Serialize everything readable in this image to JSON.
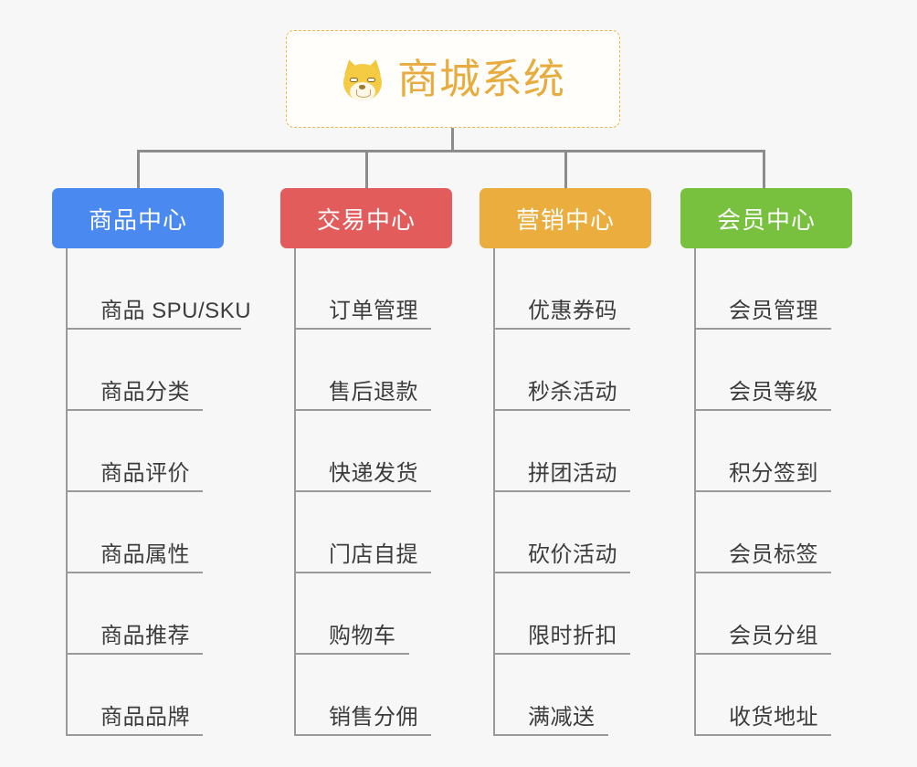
{
  "diagram": {
    "type": "mindmap",
    "background_color": "#f7f7f7",
    "connector_color": "#8c8c8c"
  },
  "root": {
    "title": "商城系统",
    "icon": "shiba-dog-face-icon",
    "text_color": "#e8ab3e",
    "border_color": "#eeb84a",
    "background_color": "#fffefb"
  },
  "categories": [
    {
      "label": "商品中心",
      "color": "#4a8af0",
      "items": [
        "商品 SPU/SKU",
        "商品分类",
        "商品评价",
        "商品属性",
        "商品推荐",
        "商品品牌"
      ]
    },
    {
      "label": "交易中心",
      "color": "#e25c5c",
      "items": [
        "订单管理",
        "售后退款",
        "快递发货",
        "门店自提",
        "购物车",
        "销售分佣"
      ]
    },
    {
      "label": "营销中心",
      "color": "#eaad3e",
      "items": [
        "优惠券码",
        "秒杀活动",
        "拼团活动",
        "砍价活动",
        "限时折扣",
        "满减送"
      ]
    },
    {
      "label": "会员中心",
      "color": "#77c13f",
      "items": [
        "会员管理",
        "会员等级",
        "积分签到",
        "会员标签",
        "会员分组",
        "收货地址"
      ]
    }
  ]
}
